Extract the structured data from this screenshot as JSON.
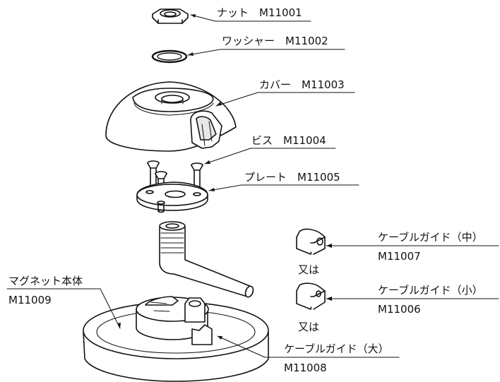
{
  "labels": {
    "nut": "ナット　M11001",
    "washer": "ワッシャー　M11002",
    "cover": "カバー　M11003",
    "screw": "ビス　M11004",
    "plate": "プレート　M11005",
    "guide_medium": "ケーブルガイド（中）",
    "guide_medium_code": "M11007",
    "or_1": "又は",
    "guide_small": "ケーブルガイド（小）",
    "guide_small_code": "M11006",
    "or_2": "又は",
    "magnet_body": "マグネット本体",
    "magnet_body_code": "M11009",
    "guide_large": "ケーブルガイド（大）",
    "guide_large_code": "M11008"
  },
  "colors": {
    "line": "#111111",
    "fill": "#ffffff",
    "shade": "#e6e6e6"
  }
}
